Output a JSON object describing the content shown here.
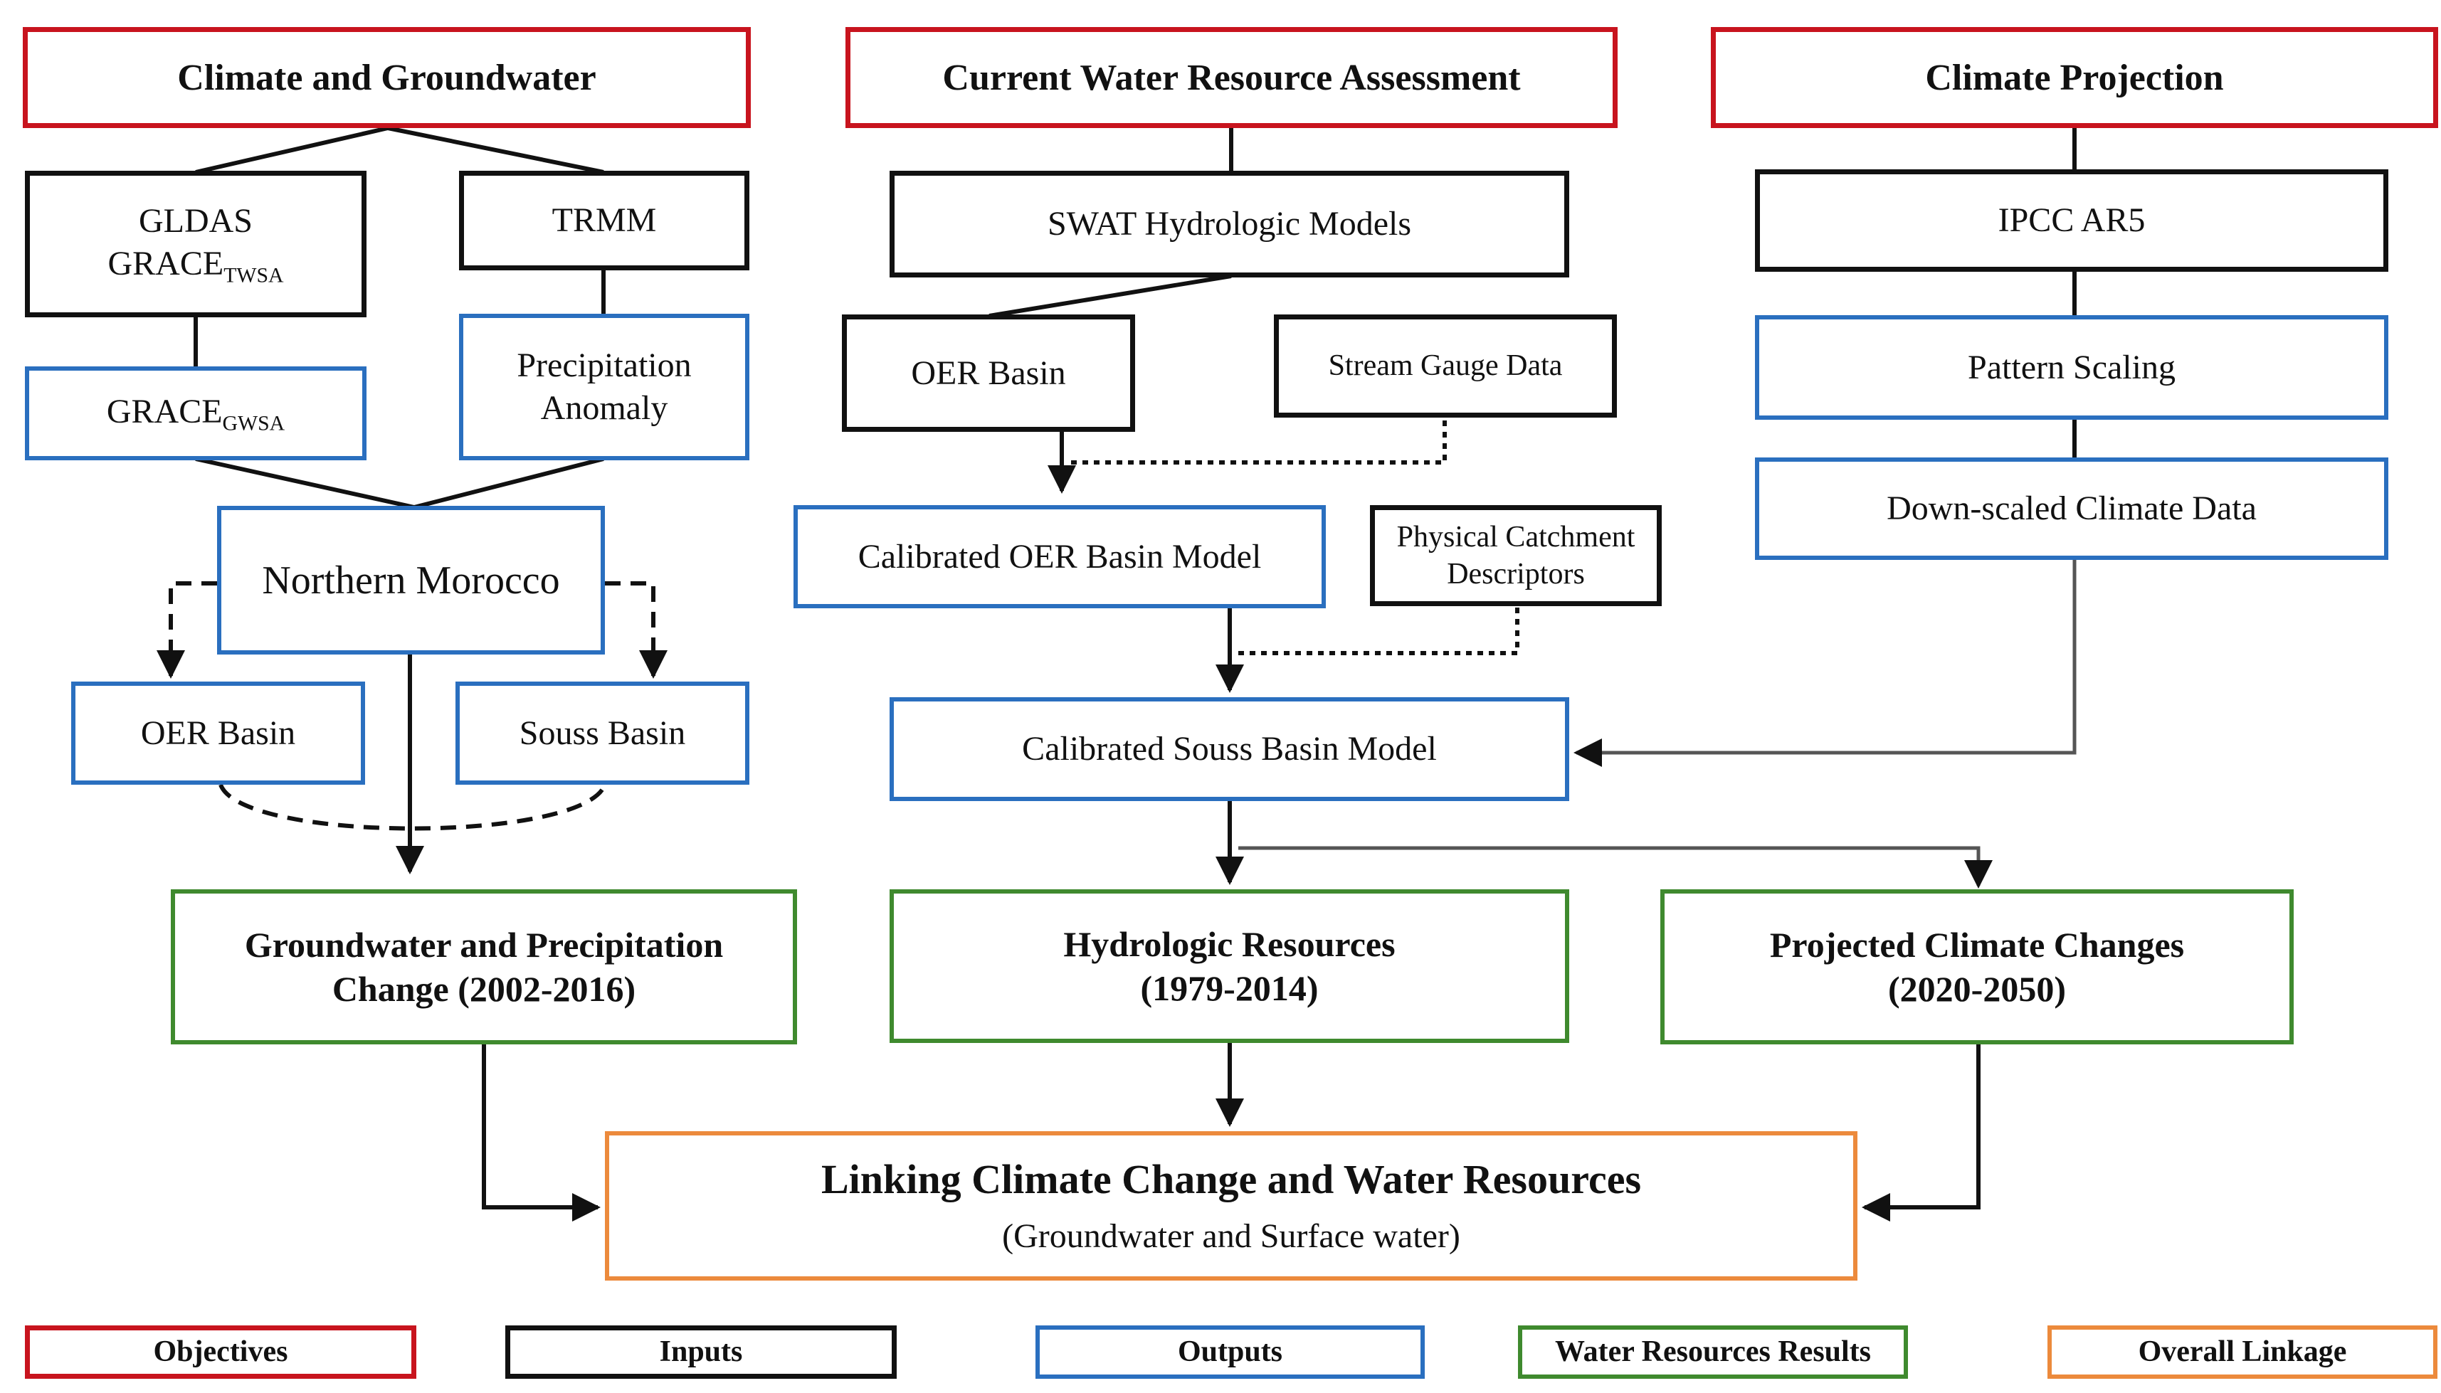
{
  "headers": {
    "climate_groundwater": "Climate and Groundwater",
    "water_assessment": "Current Water Resource Assessment",
    "climate_projection": "Climate Projection"
  },
  "inputs": {
    "gldas": "GLDAS",
    "grace_twsa_base": "GRACE",
    "grace_twsa_sub": "TWSA",
    "trmm": "TRMM",
    "swat": "SWAT Hydrologic Models",
    "oer_basin": "OER Basin",
    "stream_gauge": "Stream Gauge Data",
    "physical_catchment_1": "Physical Catchment",
    "physical_catchment_2": "Descriptors",
    "ipcc": "IPCC AR5"
  },
  "outputs": {
    "grace_gwsa_base": "GRACE",
    "grace_gwsa_sub": "GWSA",
    "precip_anomaly_1": "Precipitation",
    "precip_anomaly_2": "Anomaly",
    "northern_morocco": "Northern Morocco",
    "oer_basin": "OER Basin",
    "souss_basin": "Souss Basin",
    "calibrated_oer": "Calibrated OER Basin Model",
    "calibrated_souss": "Calibrated Souss Basin Model",
    "pattern_scaling": "Pattern Scaling",
    "downscaled": "Down-scaled Climate Data"
  },
  "results": {
    "gw_precip_1": "Groundwater and Precipitation",
    "gw_precip_2": "Change (2002-2016)",
    "hydro_1": "Hydrologic Resources",
    "hydro_2": "(1979-2014)",
    "projected_1": "Projected Climate Changes",
    "projected_2": "(2020-2050)"
  },
  "linkage": {
    "title": "Linking Climate Change and Water Resources",
    "subtitle": "(Groundwater and Surface water)"
  },
  "legend": {
    "objectives": "Objectives",
    "inputs": "Inputs",
    "outputs": "Outputs",
    "water_results": "Water Resources Results",
    "overall": "Overall Linkage"
  },
  "colors": {
    "objectives": "#c8141e",
    "inputs": "#111111",
    "outputs": "#2a6fbf",
    "water_results": "#3f8a2e",
    "overall": "#ec8a3c"
  }
}
